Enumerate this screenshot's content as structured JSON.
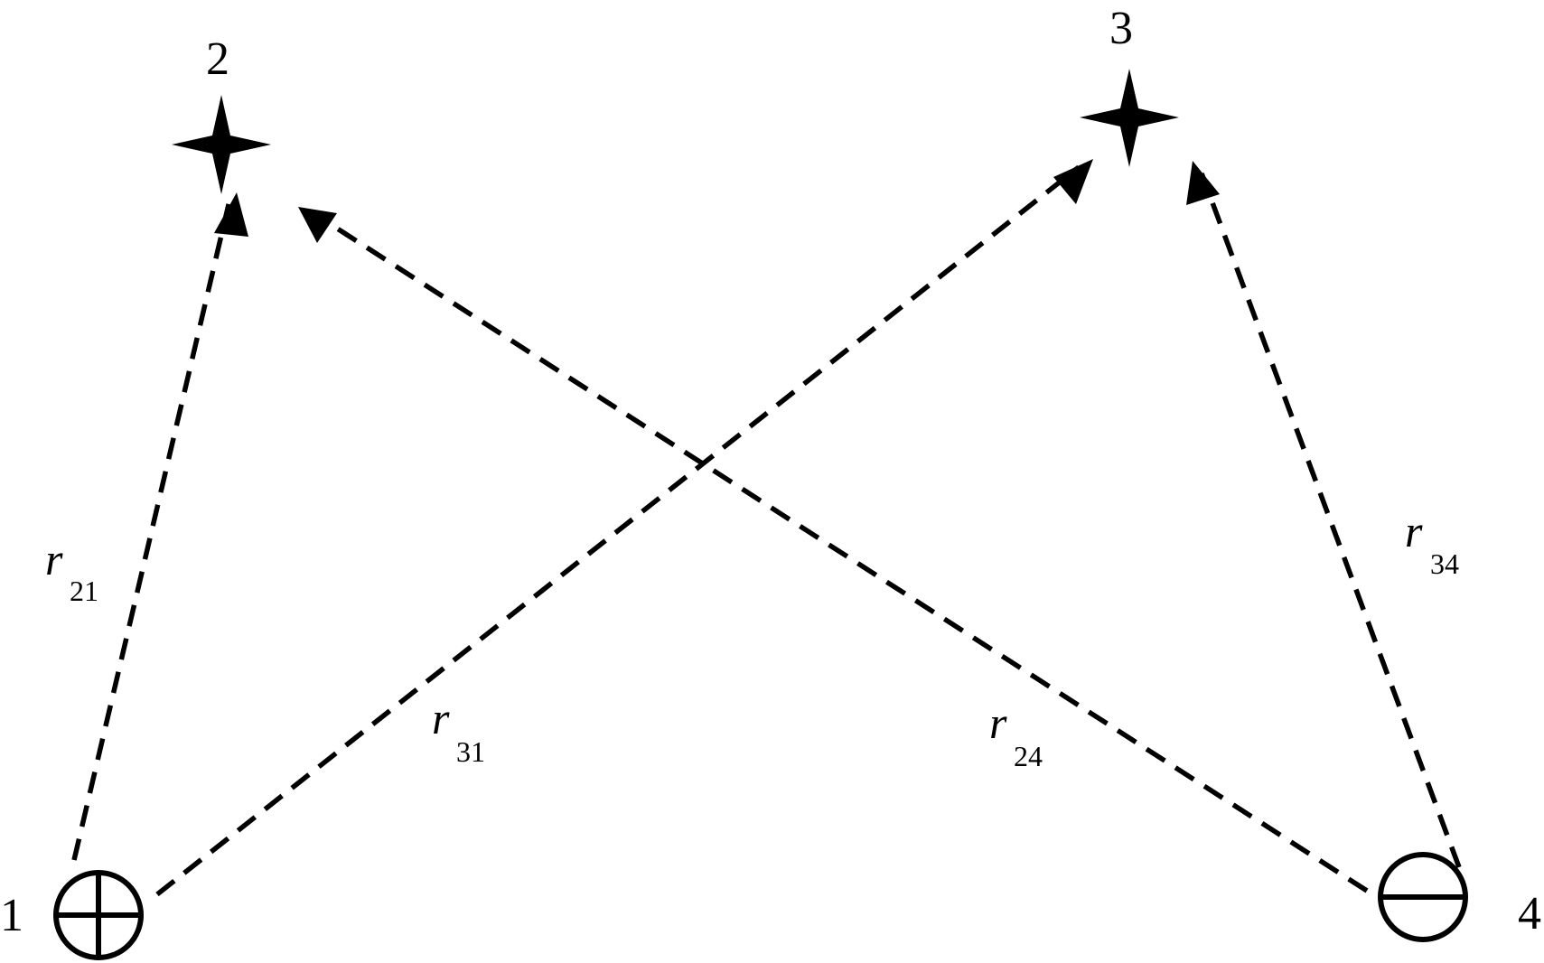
{
  "diagram": {
    "colors": {
      "ink": "#000000",
      "background": "#ffffff"
    },
    "nodes": [
      {
        "id": "1",
        "label": "1",
        "symbol": "circle-plus-icon"
      },
      {
        "id": "2",
        "label": "2",
        "symbol": "four-point-star-icon"
      },
      {
        "id": "3",
        "label": "3",
        "symbol": "four-point-star-icon"
      },
      {
        "id": "4",
        "label": "4",
        "symbol": "circle-minus-icon"
      }
    ],
    "vectors": [
      {
        "from": "1",
        "to": "2",
        "var": "r",
        "sub": "21",
        "style": "dashed-arrow"
      },
      {
        "from": "1",
        "to": "3",
        "var": "r",
        "sub": "31",
        "style": "dashed-arrow"
      },
      {
        "from": "4",
        "to": "2",
        "var": "r",
        "sub": "24",
        "style": "dashed-arrow"
      },
      {
        "from": "4",
        "to": "3",
        "var": "r",
        "sub": "34",
        "style": "dashed-arrow"
      }
    ]
  }
}
